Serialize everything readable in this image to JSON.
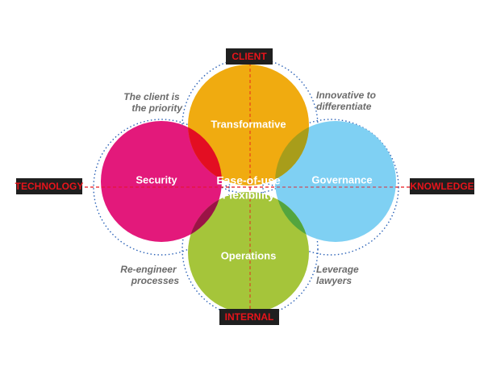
{
  "axes": {
    "top": "CLIENT",
    "bottom": "INTERNAL",
    "left": "TECHNOLOGY",
    "right": "KNOWLEDGE"
  },
  "circles": {
    "top": "Transformative",
    "left": "Security",
    "right": "Governance",
    "bottom": "Operations"
  },
  "center": {
    "line1": "Ease-of-use",
    "line2": "Flexibility"
  },
  "notes": {
    "top_left": [
      "The client is",
      "the priority"
    ],
    "top_right": [
      "Innovative to",
      "differentiate"
    ],
    "bottom_left": [
      "Re-engineer",
      "processes"
    ],
    "bottom_right": [
      "Leverage",
      "lawyers"
    ]
  },
  "colors": {
    "top": "#f0ab10",
    "left": "#e3197b",
    "right": "#7fd0f3",
    "bottom": "#a5c53a",
    "axis_box": "#1f1f1f",
    "axis_text": "#e8141b",
    "dotted_ring": "#2b62b7",
    "axis_line": "#e8141b"
  }
}
